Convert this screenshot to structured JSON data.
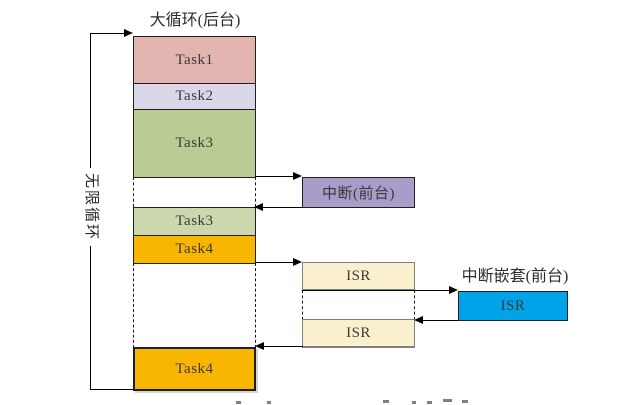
{
  "diagram": {
    "title": "大循环(后台)",
    "loop_label": "无限循环",
    "background_tasks": {
      "task1": "Task1",
      "task2": "Task2",
      "task3": "Task3",
      "task3_resume": "Task3",
      "task4": "Task4",
      "task4_resume": "Task4"
    },
    "foreground": {
      "interrupt_label": "中断(前台)",
      "isr_first": "ISR",
      "isr_second": "ISR",
      "nested_title": "中断嵌套(前台)",
      "nested_isr": "ISR"
    },
    "colors": {
      "task1": "#e2b5b1",
      "task2": "#dcd7e8",
      "task3": "#b9cc94",
      "task3_resume": "#cbd8ad",
      "task4": "#f9b601",
      "interrupt": "#a89cc8",
      "isr": "#fbf0cd",
      "nested_isr": "#00a2e8",
      "line": "#000000"
    }
  }
}
